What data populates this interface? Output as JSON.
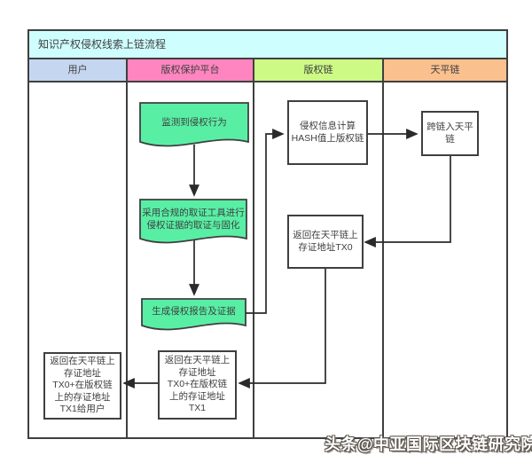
{
  "title": "知识产权侵权线索上链流程",
  "lanes": [
    {
      "label": "用户",
      "color": "#c5d6f0"
    },
    {
      "label": "版权保护平台",
      "color": "#ff85c0"
    },
    {
      "label": "版权链",
      "color": "#cdfa85"
    },
    {
      "label": "天平链",
      "color": "#fac08e"
    }
  ],
  "nodes": {
    "monitor": {
      "type": "document",
      "label": "监测到侵权行为"
    },
    "collect": {
      "type": "document",
      "label": "采用合规的取证工具进行\n侵权证据的取证与固化"
    },
    "report": {
      "type": "document",
      "label": "生成侵权报告及证据"
    },
    "hash_upchain": {
      "type": "process",
      "label": "侵权信息计算\nHASH值上版权链"
    },
    "crosschain": {
      "type": "process",
      "label": "跨链入天平\n链"
    },
    "return_tx0": {
      "type": "process",
      "label": "返回在天平链上\n存证地址TX0"
    },
    "return_tx0_tx1": {
      "type": "process",
      "label": "返回在天平链上\n存证地址\nTX0+在版权链\n上的存证地址\nTX1"
    },
    "return_to_user": {
      "type": "process",
      "label": "返回在天平链上\n存证地址\nTX0+在版权链\n上的存证地址\nTX1给用户"
    }
  },
  "watermark": "头条@中亚国际区块链研究院",
  "colors": {
    "title_bg": "#cffefe",
    "document_fill": "#58efa5",
    "border": "#3f3f3f",
    "connector": "#2a2a2a",
    "background": "#ffffff"
  }
}
